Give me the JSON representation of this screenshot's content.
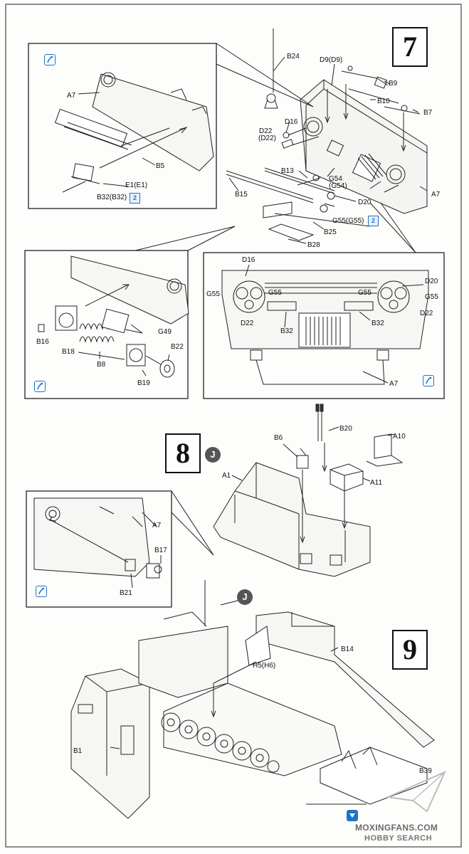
{
  "steps": {
    "s7": "7",
    "s8": "8",
    "s9": "9"
  },
  "badges": {
    "j8": "J",
    "j9": "J"
  },
  "multiplier": "2",
  "step7": {
    "main": {
      "b24": "B24",
      "d9": "D9(D9)",
      "b9": "B9",
      "b10": "B10",
      "b7": "B7",
      "d16": "D16",
      "d22": "D22",
      "d22p": "(D22)",
      "b13": "B13",
      "g54": "G54",
      "g54p": "(G54)",
      "a7": "A7",
      "b15": "B15",
      "d20": "D20",
      "g55": "G55(G55)",
      "b25": "B25",
      "b28": "B28"
    },
    "inset1": {
      "a7": "A7",
      "b5": "B5",
      "e1": "E1(E1)",
      "b32": "B32(B32)"
    },
    "inset2": {
      "b16": "B16",
      "b18": "B18",
      "b8": "B8",
      "g49": "G49",
      "b22": "B22",
      "b19": "B19"
    },
    "inset3": {
      "d16": "D16",
      "g55l": "G55",
      "g55a": "G55",
      "g55b": "G55",
      "g55r": "G55",
      "d20": "D20",
      "d22l": "D22",
      "d22r": "D22",
      "b32l": "B32",
      "b32r": "B32",
      "a7": "A7"
    }
  },
  "step8": {
    "b20": "B20",
    "a10": "A10",
    "b6": "B6",
    "a1": "A1",
    "a11": "A11"
  },
  "step8inset": {
    "a7": "A7",
    "b17": "B17",
    "b21": "B21"
  },
  "step9": {
    "b14": "B14",
    "h5": "H5(H6)",
    "b1": "B1",
    "b39": "B39"
  },
  "watermark": {
    "line1": "MOXINGFANS.COM",
    "line2": "HOBBY SEARCH"
  },
  "colors": {
    "tip_blue": "#1d74c9",
    "badge_gray": "#555555"
  },
  "icons": {
    "tip": "exclamation-tip-icon",
    "flip": "flip-arrow-icon"
  }
}
